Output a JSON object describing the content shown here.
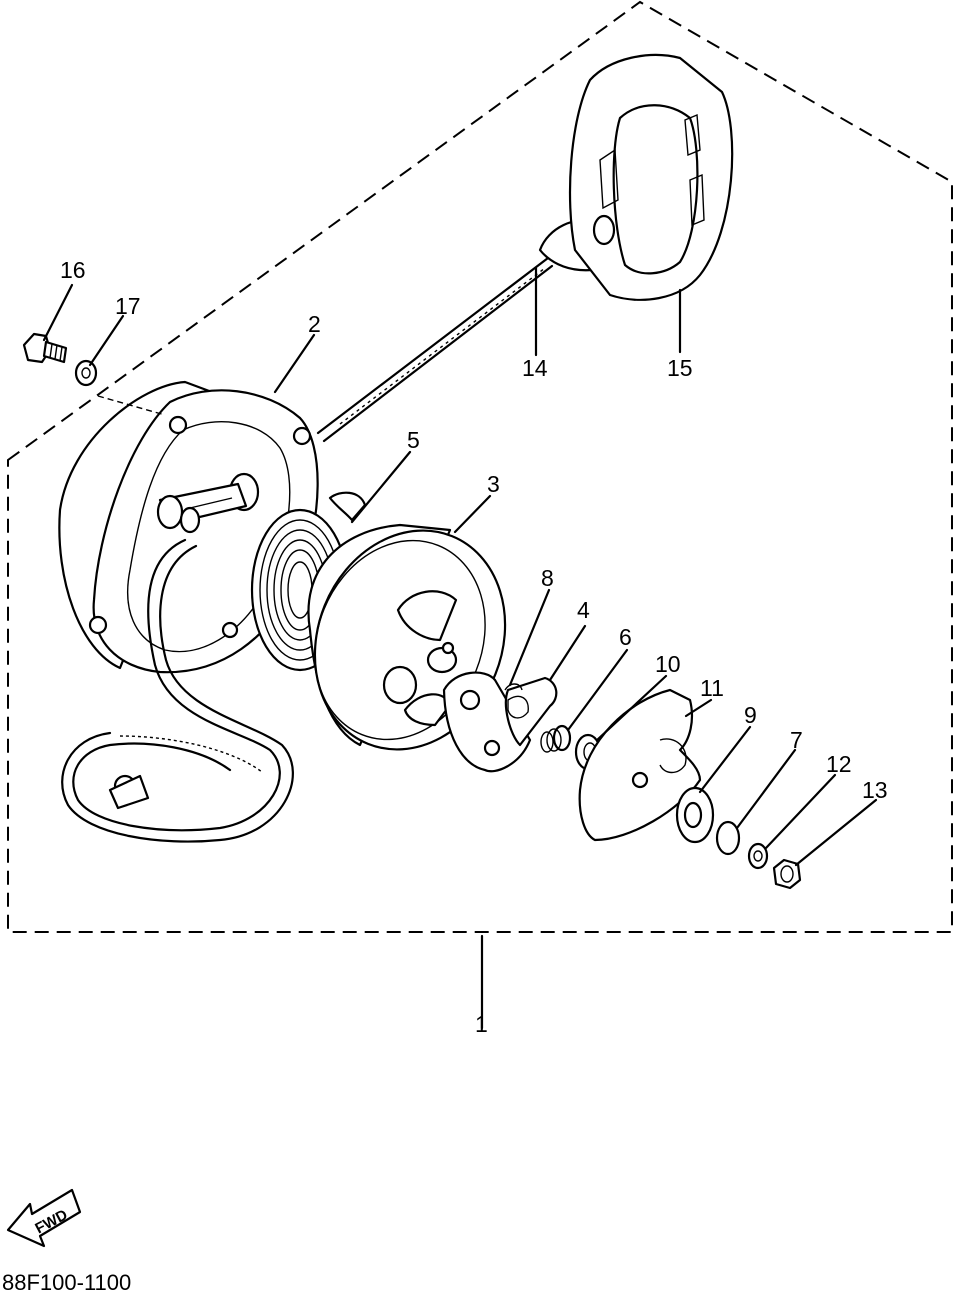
{
  "diagram": {
    "callouts": [
      {
        "id": "1",
        "label": "1"
      },
      {
        "id": "2",
        "label": "2"
      },
      {
        "id": "3",
        "label": "3"
      },
      {
        "id": "4",
        "label": "4"
      },
      {
        "id": "5",
        "label": "5"
      },
      {
        "id": "6",
        "label": "6"
      },
      {
        "id": "7",
        "label": "7"
      },
      {
        "id": "8",
        "label": "8"
      },
      {
        "id": "9",
        "label": "9"
      },
      {
        "id": "10",
        "label": "10"
      },
      {
        "id": "11",
        "label": "11"
      },
      {
        "id": "12",
        "label": "12"
      },
      {
        "id": "13",
        "label": "13"
      },
      {
        "id": "14",
        "label": "14"
      },
      {
        "id": "15",
        "label": "15"
      },
      {
        "id": "16",
        "label": "16"
      },
      {
        "id": "17",
        "label": "17"
      }
    ],
    "direction_indicator": "FWD",
    "drawing_code": "88F100-1100"
  }
}
